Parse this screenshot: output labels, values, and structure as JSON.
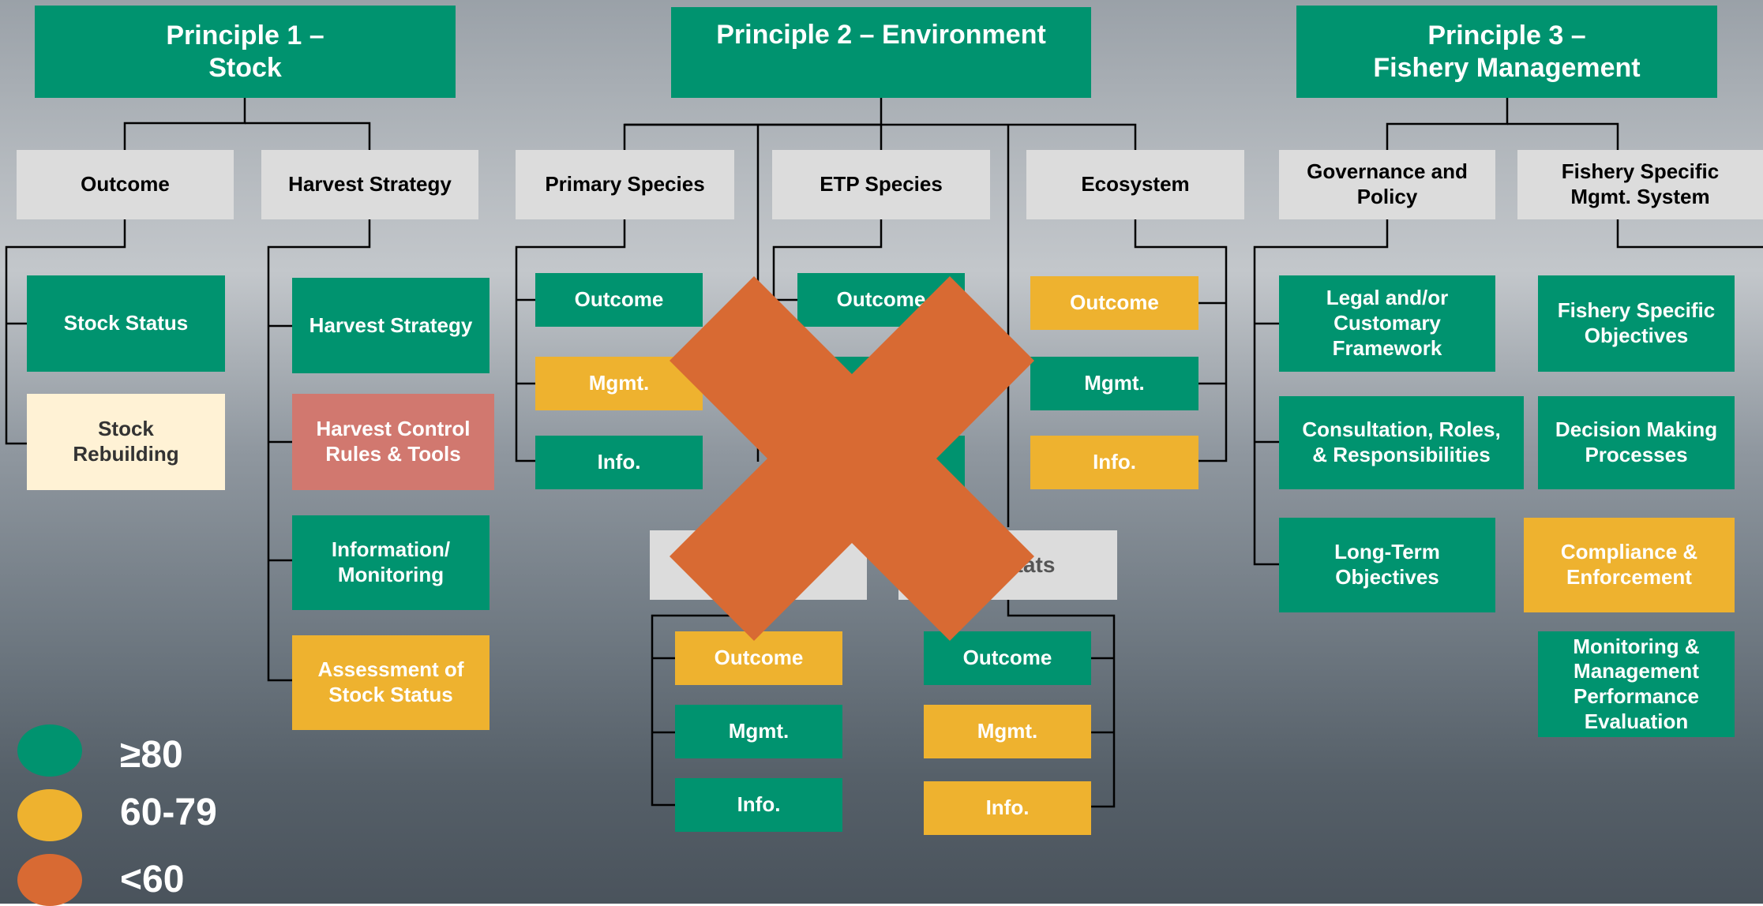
{
  "principles": {
    "p1": "Principle 1 –\nStock",
    "p2": "Principle 2 – Environment",
    "p3": "Principle 3 –\nFishery Management"
  },
  "categories": {
    "outcome": "Outcome",
    "harvest_strategy": "Harvest Strategy",
    "primary_species": "Primary Species",
    "etp_species": "ETP Species",
    "ecosystem": "Ecosystem",
    "governance": "Governance and\nPolicy",
    "fishery_specific": "Fishery Specific\nMgmt. System",
    "habitats_partial": "tats"
  },
  "p1_items": {
    "stock_status": "Stock Status",
    "stock_rebuilding": "Stock\nRebuilding",
    "harvest_strategy": "Harvest Strategy",
    "hcr": "Harvest Control\nRules & Tools",
    "info_monitoring": "Information/\nMonitoring",
    "assessment": "Assessment of\nStock Status"
  },
  "p2_items": {
    "primary_outcome": "Outcome",
    "primary_mgmt": "Mgmt.",
    "primary_info": "Info.",
    "etp_outcome_partial": "Outcome",
    "eco_outcome": "Outcome",
    "eco_mgmt": "Mgmt.",
    "eco_info": "Info.",
    "lower_left_outcome": "Outcome",
    "lower_left_mgmt": "Mgmt.",
    "lower_left_info": "Info.",
    "habitat_outcome": "Outcome",
    "habitat_mgmt": "Mgmt.",
    "habitat_info": "Info."
  },
  "p3_items": {
    "legal": "Legal and/or\nCustomary\nFramework",
    "consultation": "Consultation, Roles,\n& Responsibilities",
    "long_term": "Long-Term\nObjectives",
    "fs_objectives": "Fishery Specific\nObjectives",
    "decision_making": "Decision Making\nProcesses",
    "compliance": "Compliance &\nEnforcement",
    "monitoring": "Monitoring &\nManagement\nPerformance\nEvaluation"
  },
  "legend": [
    {
      "label": "≥80",
      "color": "#00936f"
    },
    {
      "label": "60-79",
      "color": "#eeb22f"
    },
    {
      "label": "<60",
      "color": "#d86a33"
    }
  ],
  "colors": {
    "green": "#00936f",
    "yellow": "#eeb22f",
    "red": "#d1786f",
    "cream": "#fff2d5",
    "gray": "#dcdcdc",
    "x_mark": "#d86a33"
  }
}
